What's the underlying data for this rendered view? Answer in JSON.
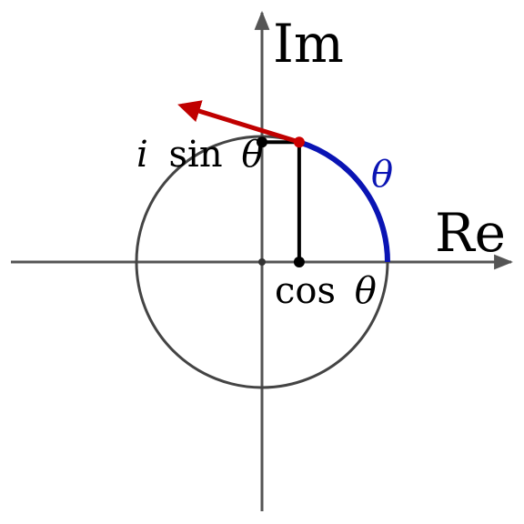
{
  "labels": {
    "imag_axis": "Im",
    "real_axis": "Re",
    "sin_label_i": "i",
    "sin_label_fn": "sin",
    "sin_label_theta": "θ",
    "cos_label_fn": "cos",
    "cos_label_theta": "θ",
    "arc_label": "θ"
  },
  "colors": {
    "axis": "#555555",
    "circle": "#444444",
    "arc": "#0a14b4",
    "point": "#cc0000",
    "tangent_arrow": "#c00000",
    "projection": "#000000"
  },
  "diagram": {
    "angle_radians": 1.27
  }
}
